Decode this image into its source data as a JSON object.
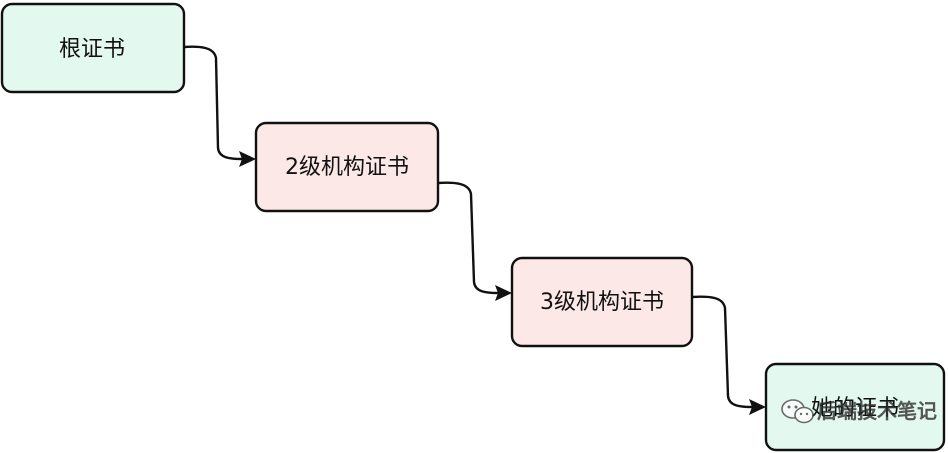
{
  "nodes": [
    {
      "id": "root",
      "label": "根证书",
      "fill": "#e3f8ef",
      "stroke": "#111111"
    },
    {
      "id": "level2",
      "label": "2级机构证书",
      "fill": "#fde8e8",
      "stroke": "#111111"
    },
    {
      "id": "level3",
      "label": "3级机构证书",
      "fill": "#fde8e8",
      "stroke": "#d9a424"
    },
    {
      "id": "site",
      "label": "她的证书",
      "fill": "#e3f8ef",
      "stroke": "#111111"
    }
  ],
  "edges": [
    {
      "from": "root",
      "to": "level2"
    },
    {
      "from": "level2",
      "to": "level3"
    },
    {
      "from": "level3",
      "to": "site"
    }
  ],
  "watermark": {
    "text": "后端技术笔记",
    "icon": "wechat-icon"
  }
}
